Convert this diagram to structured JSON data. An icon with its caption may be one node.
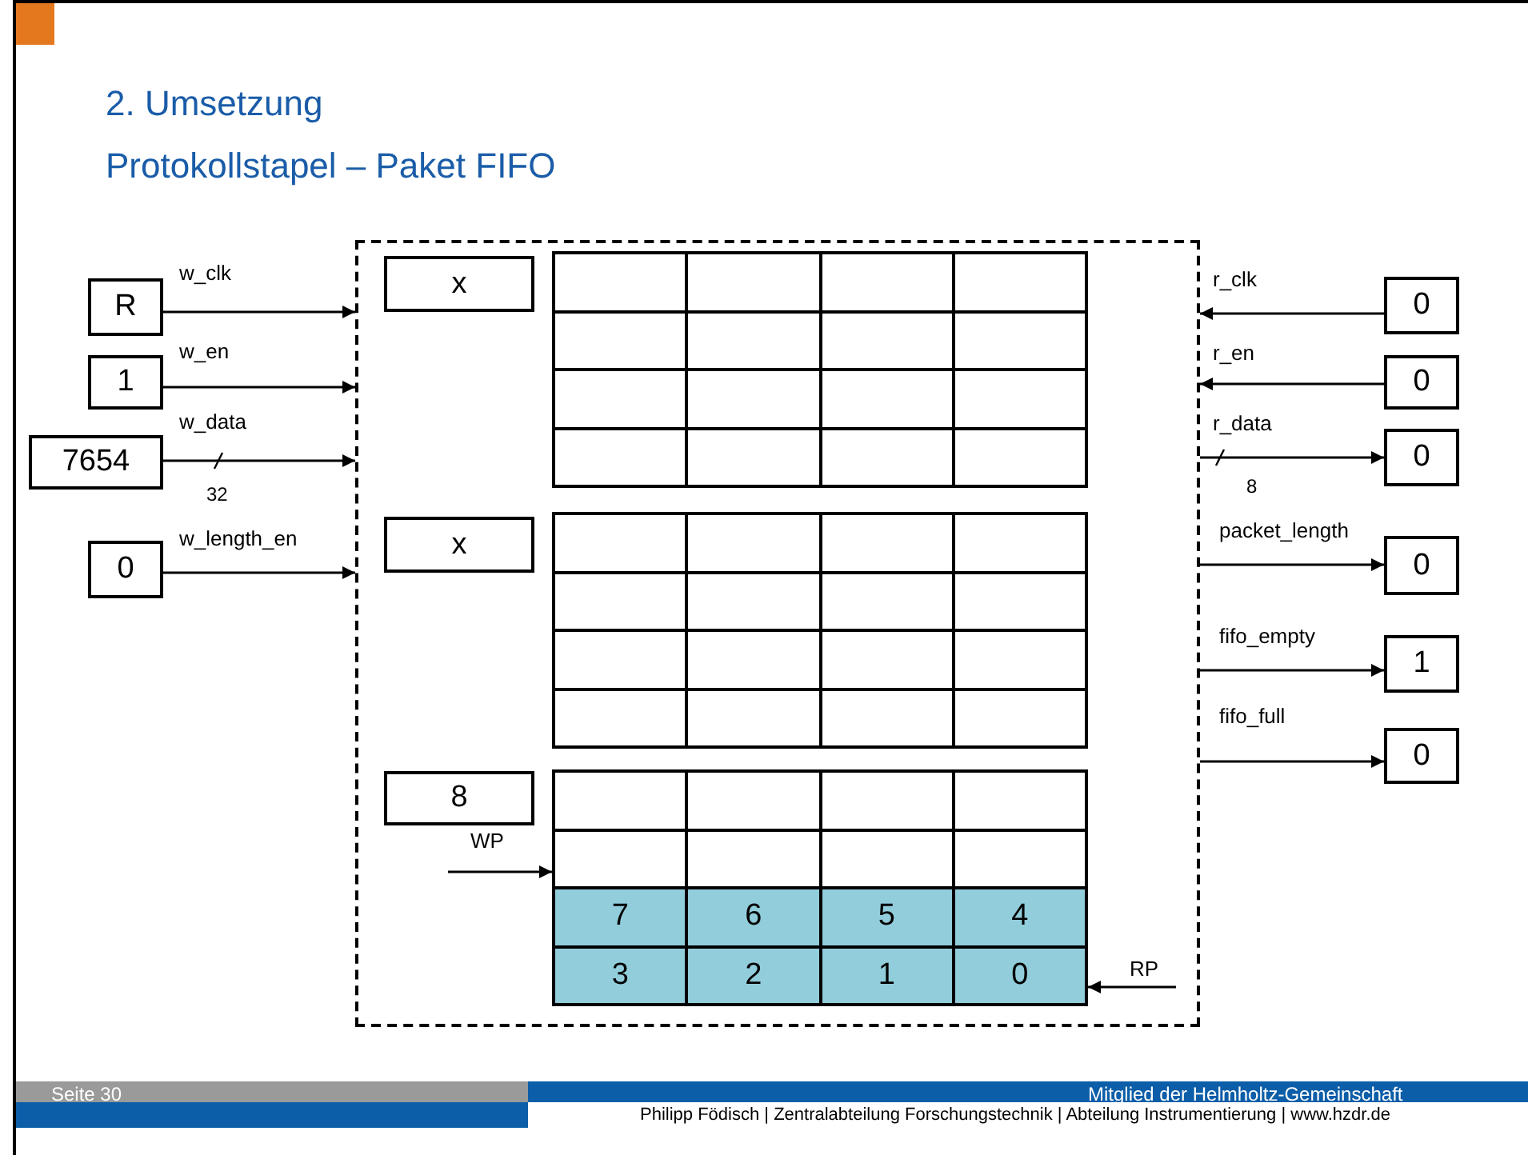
{
  "diagram": {
    "title": "2. Umsetzung",
    "nodes": [
      {
        "text": [
          "R"
        ]
      },
      {
        "text": [
          "1"
        ]
      },
      {
        "text": [
          "7654"
        ]
      },
      {
        "text": [
          "0"
        ]
      },
      {
        "text": [],
        "shape": "box"
      },
      {
        "text": [
          "x"
        ],
        "in": 4
      },
      {
        "text": [],
        "shape": "box",
        "in": 4
      },
      {
        "text": [
          "x"
        ],
        "in": 4
      },
      {
        "text": [],
        "shape": "box",
        "in": 4
      },
      {
        "text": [
          "8"
        ],
        "in": 4
      },
      {
        "text": [],
        "shape": "box",
        "in": 4
      },
      {
        "text": [
          "0"
        ]
      },
      {
        "text": [
          "0"
        ]
      },
      {
        "text": [
          "0"
        ]
      },
      {
        "text": [
          "0"
        ]
      },
      {
        "text": [
          "1"
        ]
      },
      {
        "text": [
          "0"
        ]
      }
    ],
    "edges": [
      {
        "from": 0,
        "to": 4,
        "arrow": "to",
        "label": "w_clk"
      },
      {
        "from": 1,
        "to": 4,
        "arrow": "to",
        "label": "w_en"
      },
      {
        "from": 2,
        "to": 4,
        "arrow": "to",
        "label": "w_data"
      },
      {
        "from": 3,
        "to": 4,
        "arrow": "to",
        "label": "w_length_en"
      },
      {
        "from": 11,
        "to": 4,
        "arrow": "to",
        "label": "r_clk"
      },
      {
        "from": 12,
        "to": 4,
        "arrow": "to",
        "label": "r_en"
      },
      {
        "from": 4,
        "to": 13,
        "arrow": "to",
        "label": "r_data"
      },
      {
        "from": 4,
        "to": 14,
        "arrow": "to",
        "label": "packet_length"
      },
      {
        "from": 4,
        "to": 15,
        "arrow": "to",
        "label": "fifo_empty"
      },
      {
        "from": 4,
        "to": 16,
        "arrow": "to",
        "label": "fifo_full"
      },
      {
        "from": null,
        "to": 10,
        "arrow": "to",
        "label": "WP"
      },
      {
        "from": null,
        "to": 10,
        "arrow": "to",
        "label": "RP"
      }
    ],
    "labels": [
      "Protokollstapel – Paket FIFO",
      "32",
      "8",
      "7",
      "6",
      "5",
      "4",
      "3",
      "2",
      "1",
      "0",
      "Seite 30",
      "Mitglied der Helmholtz-Gemeinschaft",
      "Philipp Födisch | Zentralabteilung Forschungstechnik | Abteilung Instrumentierung | www.hzdr.de"
    ]
  }
}
